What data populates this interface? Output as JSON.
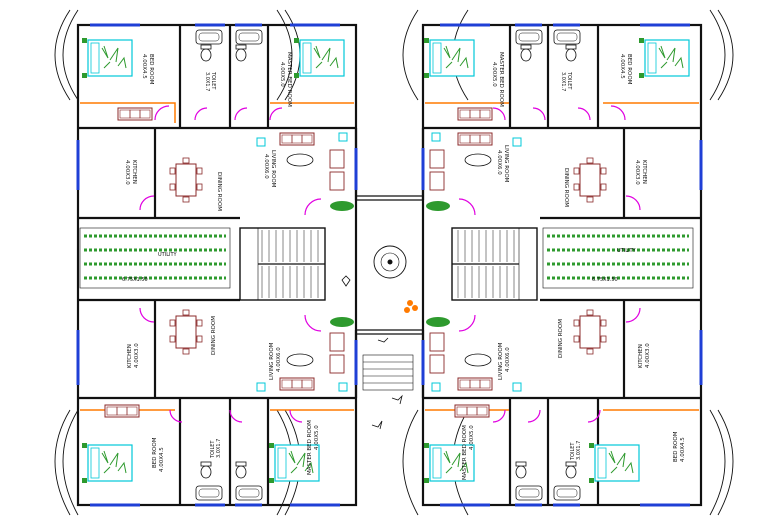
{
  "plan": {
    "top_left": {
      "bedroom": "BED ROOM",
      "bedroom_size": "4.00X4.5",
      "toilet": "TOILET",
      "toilet_size": "3.0X1.7",
      "master_bedroom": "MASTER BED ROOM",
      "master_size": "4.00X5.0",
      "kitchen": "KITCHEN",
      "kitchen_size": "4.00X3.0",
      "dining": "DINING ROOM",
      "living": "LIVING ROOM",
      "living_size": "4.00X6.0",
      "utility": "UTILITY",
      "utility_size": "6.75X1.50"
    },
    "top_right": {
      "bedroom": "BED ROOM",
      "bedroom_size": "4.00X4.5",
      "toilet": "TOILET",
      "toilet_size": "3.0X1.7",
      "master_bedroom": "MASTER BED ROOM",
      "master_size": "4.00X5.0",
      "kitchen": "KITCHEN",
      "kitchen_size": "4.00X3.0",
      "dining": "DINING ROOM",
      "living": "LIVING ROOM",
      "living_size": "4.00X6.0",
      "utility": "UTILITY",
      "utility_size": "6.75X1.50"
    },
    "bottom_left": {
      "bedroom": "BED ROOM",
      "bedroom_size": "4.00X4.5",
      "toilet": "TOILET",
      "toilet_size": "3.0X1.7",
      "master_bedroom": "MASTER BED ROOM",
      "master_size": "4.00X5.0",
      "kitchen": "KITCHEN",
      "kitchen_size": "4.00X3.0",
      "dining": "DINING ROOM",
      "living": "LIVING ROOM",
      "living_size": "4.00X6.0"
    },
    "bottom_right": {
      "bedroom": "BED ROOM",
      "bedroom_size": "4.00X4.5",
      "toilet": "TOILET",
      "toilet_size": "3.0X1.7",
      "master_bedroom": "MASTER BED ROOM",
      "master_size": "4.00X5.0",
      "kitchen": "KITCHEN",
      "kitchen_size": "4.00X3.0",
      "dining": "DINING ROOM",
      "living": "LIVING ROOM",
      "living_size": "4.00X6.0"
    }
  },
  "colors": {
    "wall": "#111111",
    "window": "#1f3fd6",
    "door": "#e000e0",
    "furniture": "#8b2a2a",
    "bed": "#00c8d8",
    "plant": "#2e9a2e",
    "fixture": "#ff7a00"
  }
}
